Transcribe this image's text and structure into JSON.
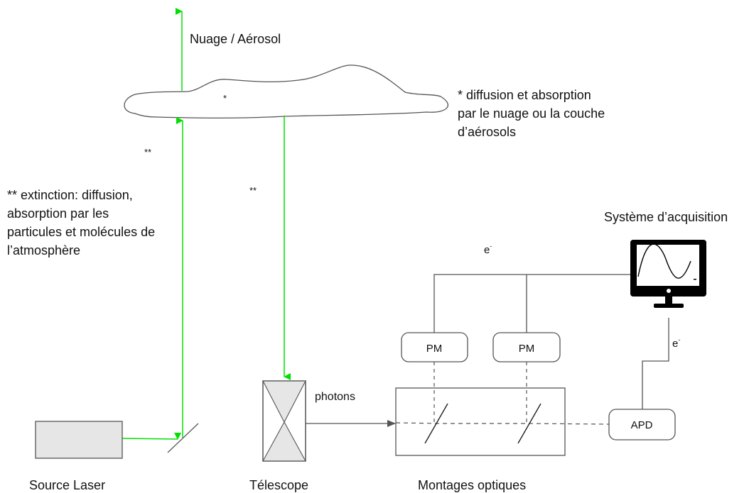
{
  "labels": {
    "cloud_title": "Nuage / Aérosol",
    "cloud_star": "*",
    "cloud_note": [
      "* diffusion et absorption",
      "par le nuage ou la couche",
      "d’aérosols"
    ],
    "beam_double_star_1": "**",
    "beam_double_star_2": "**",
    "extinction_note": [
      "** extinction: diffusion,",
      "absorption par les",
      "particules et molécules de",
      "l’atmosphère"
    ],
    "acquisition_title": "Système d’acquisition",
    "electron_top": "e",
    "electron_top_sup": "-",
    "electron_right": "e",
    "electron_right_sup": "-",
    "pm_left": "PM",
    "pm_right": "PM",
    "photons": "photons",
    "apd": "APD",
    "source_laser": "Source Laser",
    "telescope": "Télescope",
    "optics": "Montages optiques"
  },
  "colors": {
    "beam": "#00e000",
    "stroke": "#555555",
    "box_fill": "#e6e6e6",
    "monitor": "#000000",
    "text": "#111111"
  }
}
